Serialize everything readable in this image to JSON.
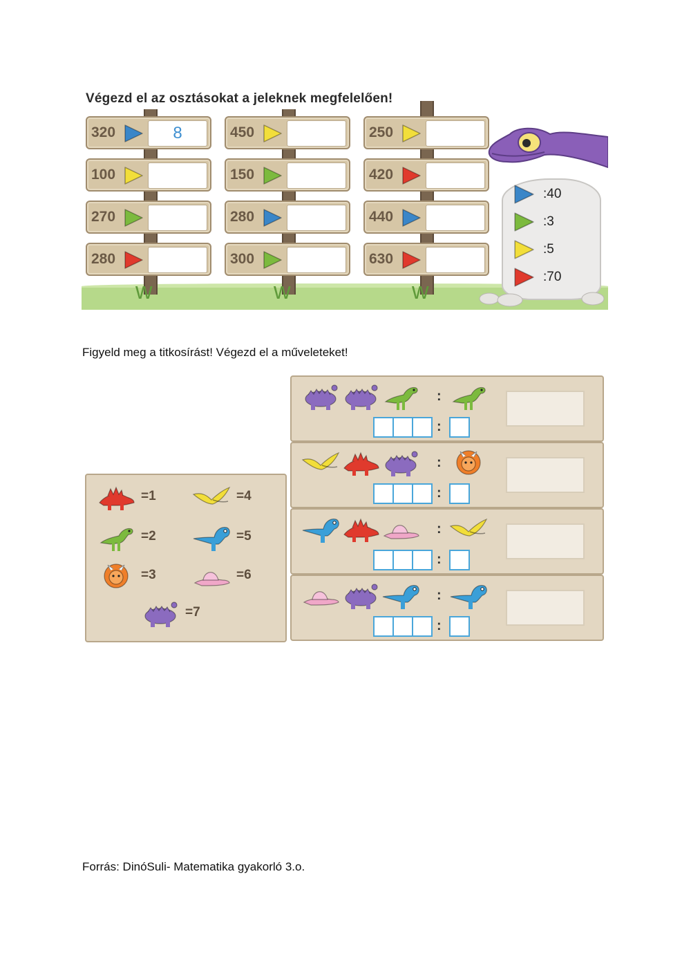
{
  "exercise1": {
    "title": "Végezd el az osztásokat a jeleknek megfelelően!",
    "signs": [
      {
        "number": "320",
        "color": "#3a86c8",
        "answer": "8"
      },
      {
        "number": "100",
        "color": "#f2de3a",
        "answer": ""
      },
      {
        "number": "270",
        "color": "#7cba3e",
        "answer": ""
      },
      {
        "number": "280",
        "color": "#e03a2d",
        "answer": ""
      },
      {
        "number": "450",
        "color": "#f2de3a",
        "answer": ""
      },
      {
        "number": "150",
        "color": "#7cba3e",
        "answer": ""
      },
      {
        "number": "280",
        "color": "#3a86c8",
        "answer": ""
      },
      {
        "number": "300",
        "color": "#7cba3e",
        "answer": ""
      },
      {
        "number": "250",
        "color": "#f2de3a",
        "answer": ""
      },
      {
        "number": "420",
        "color": "#e03a2d",
        "answer": ""
      },
      {
        "number": "440",
        "color": "#3a86c8",
        "answer": ""
      },
      {
        "number": "630",
        "color": "#e03a2d",
        "answer": ""
      }
    ],
    "key": [
      {
        "color": "#3a86c8",
        "label": ":40"
      },
      {
        "color": "#7cba3e",
        "label": ":3"
      },
      {
        "color": "#f2de3a",
        "label": ":5"
      },
      {
        "color": "#e03a2d",
        "label": ":70"
      }
    ]
  },
  "exercise2": {
    "title": "Figyeld meg a titkosírást! Végezd el a műveleteket!",
    "legend": [
      {
        "dino": "stegosaurus",
        "color": "#e03a2d",
        "label": "=1"
      },
      {
        "dino": "pterodactyl",
        "color": "#f2de3a",
        "label": "=4"
      },
      {
        "dino": "raptor",
        "color": "#7cba3e",
        "label": "=2"
      },
      {
        "dino": "trex",
        "color": "#3a9fd8",
        "label": "=5"
      },
      {
        "dino": "triceratops",
        "color": "#ef7f2a",
        "label": "=3"
      },
      {
        "dino": "dimetrodon",
        "color": "#f0a7c8",
        "label": "=6"
      },
      {
        "dino": "ankylosaurus",
        "color": "#8b6bbf",
        "label": "=7"
      }
    ],
    "rows": [
      {
        "dividend": [
          "ankylosaurus",
          "ankylosaurus",
          "raptor"
        ],
        "divisor": "raptor"
      },
      {
        "dividend": [
          "pterodactyl",
          "stegosaurus",
          "ankylosaurus"
        ],
        "divisor": "triceratops"
      },
      {
        "dividend": [
          "trex",
          "stegosaurus",
          "dimetrodon"
        ],
        "divisor": "pterodactyl"
      },
      {
        "dividend": [
          "dimetrodon",
          "ankylosaurus",
          "trex"
        ],
        "divisor": "trex"
      }
    ],
    "colors": {
      "stegosaurus": "#e03a2d",
      "pterodactyl": "#f2de3a",
      "raptor": "#7cba3e",
      "trex": "#3a9fd8",
      "triceratops": "#ef7f2a",
      "dimetrodon": "#f0a7c8",
      "ankylosaurus": "#8b6bbf"
    },
    "operator": ":"
  },
  "footer": "Forrás: DinóSuli- Matematika gyakorló 3.o."
}
